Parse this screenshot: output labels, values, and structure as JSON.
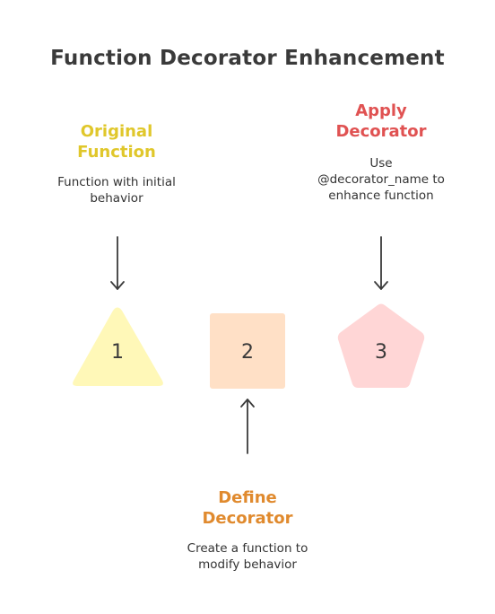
{
  "title": "Function Decorator Enhancement",
  "steps": [
    {
      "number": "1",
      "title_line1": "Original",
      "title_line2": "Function",
      "desc_line1": "Function with initial",
      "desc_line2": "behavior",
      "shape": "triangle",
      "fill_color": "#fff8b8",
      "title_color": "#e0c72b"
    },
    {
      "number": "2",
      "title_line1": "Define",
      "title_line2": "Decorator",
      "desc_line1": "Create a function to",
      "desc_line2": "modify behavior",
      "shape": "square",
      "fill_color": "#ffe0c6",
      "title_color": "#e08a2e"
    },
    {
      "number": "3",
      "title_line1": "Apply",
      "title_line2": "Decorator",
      "desc_line1": "Use",
      "desc_line2": "@decorator_name to",
      "desc_line3": "enhance function",
      "shape": "pentagon",
      "fill_color": "#ffd6d6",
      "title_color": "#e05252"
    }
  ],
  "arrow_color": "#3a3a3a"
}
